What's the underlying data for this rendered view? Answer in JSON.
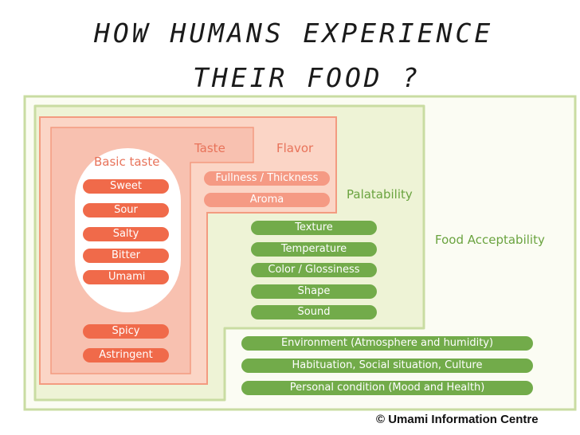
{
  "title": {
    "line1": "HOW HUMANS EXPERIENCE",
    "line2": "THEIR FOOD ?"
  },
  "diagram": {
    "basic_taste": {
      "label": "Basic taste",
      "items": [
        "Sweet",
        "Sour",
        "Salty",
        "Bitter",
        "Umami"
      ]
    },
    "taste": {
      "label": "Taste",
      "items": [
        "Spicy",
        "Astringent"
      ]
    },
    "flavor": {
      "label": "Flavor",
      "items": [
        "Fullness / Thickness",
        "Aroma"
      ]
    },
    "palatability": {
      "label": "Palatability",
      "items": [
        "Texture",
        "Temperature",
        "Color / Glossiness",
        "Shape",
        "Sound"
      ]
    },
    "food_acceptability": {
      "label": "Food Acceptability",
      "items": [
        "Environment (Atmosphere and humidity)",
        "Habituation, Social situation, Culture",
        "Personal condition (Mood and Health)"
      ]
    }
  },
  "credit": "© Umami Information Centre",
  "colors": {
    "outer_border": "#c9dca2",
    "outer_fill": "#fbfcf3",
    "palatability_fill": "#eef3d6",
    "flavor_fill": "#fbd5c6",
    "flavor_border": "#f39b80",
    "taste_fill": "#f8c1b0",
    "red_pill": "#f06a4a",
    "salmon_pill": "#f59a84",
    "green_pill": "#72ab4a",
    "taste_label": "#e8735a",
    "green_label": "#6aa33f"
  }
}
